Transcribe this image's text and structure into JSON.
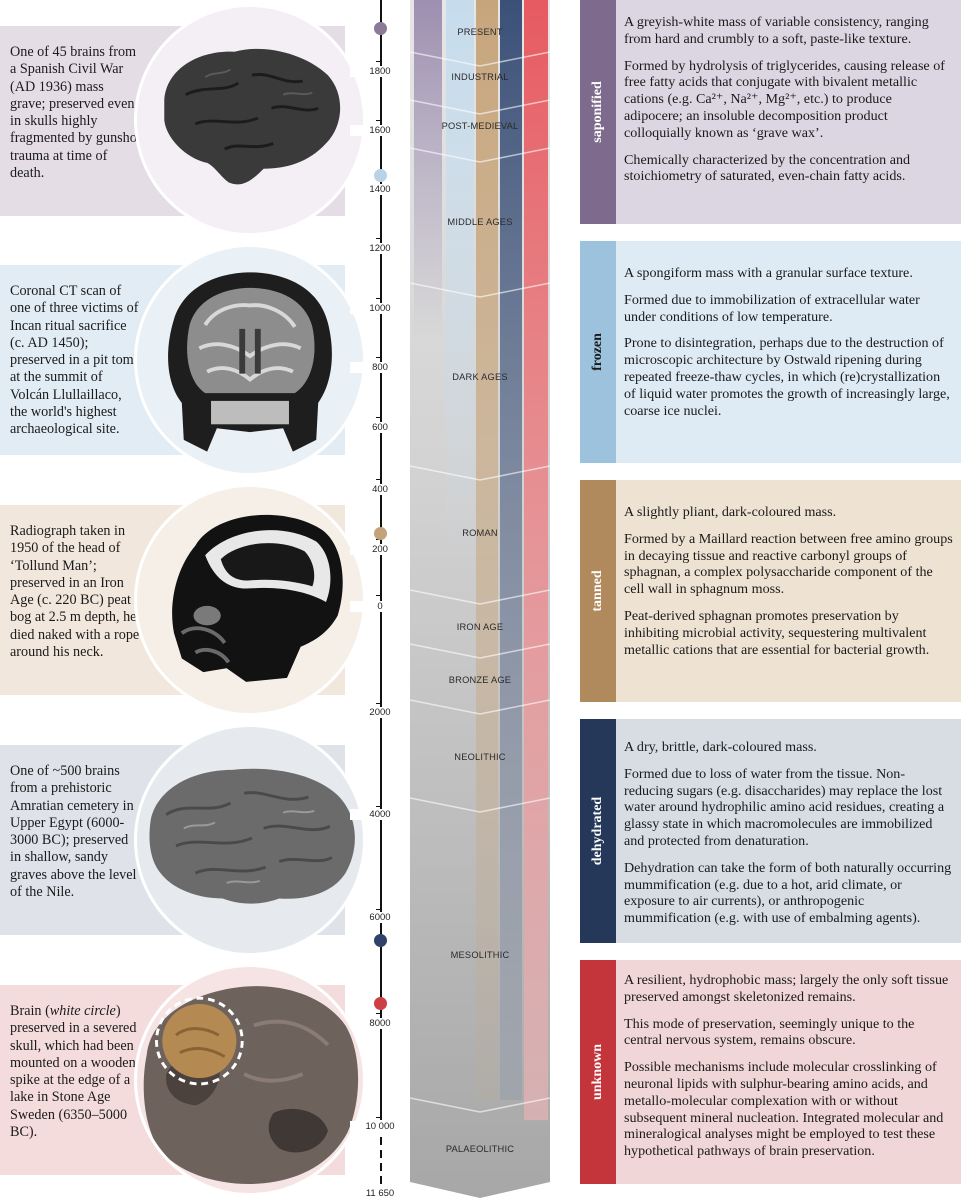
{
  "left_captions": [
    "One of 45 brains from a Spanish Civil War (AD 1936) mass grave; preserved even in skulls highly fragmented by gunshot trauma at time of death.",
    "Coronal CT scan of one of three victims of Incan ritual sacrifice (c. AD 1450); preserved in a pit tomb at the summit of Volcán Llullaillaco, the world's highest archaeological site.",
    "Radiograph taken in 1950 of the head of ‘Tollund Man’; preserved in an Iron Age (c. 220 BC) peat bog at 2.5 m depth, he died naked with a rope around his neck.",
    "One of ~500 brains from a prehistoric Amratian cemetery in Upper Egypt (6000-3000 BC); preserved in shallow, sandy graves above the level of the Nile.",
    {
      "before": "Brain (",
      "italic": "white circle",
      "after": ") preserved in a severed skull, which had been mounted on a wooden spike at the edge of a lake in Stone Age Sweden (6350–5000 BC)."
    }
  ],
  "axis_labels": [
    "1800",
    "1600",
    "1400",
    "1200",
    "1000",
    "800",
    "600",
    "400",
    "200",
    "0",
    "2000",
    "4000",
    "6000",
    "8000",
    "10 000",
    "11 650"
  ],
  "eras": [
    "PRESENT",
    "INDUSTRIAL",
    "POST-MEDIEVAL",
    "MIDDLE AGES",
    "DARK AGES",
    "ROMAN",
    "IRON AGE",
    "BRONZE AGE",
    "NEOLITHIC",
    "MESOLITHIC",
    "PALAEOLITHIC"
  ],
  "colors": {
    "saponified": "#7d6a8c",
    "frozen": "#9dc2dd",
    "tanned": "#b08a5c",
    "dehydrated": "#25385a",
    "unknown": "#c4353b"
  },
  "modes": [
    {
      "name": "saponified",
      "paragraphs": [
        "A greyish-white mass of variable consistency, ranging from hard and crumbly to a soft, paste-like texture.",
        "Formed by hydrolysis of triglycerides, causing release of free fatty acids that conjugate with bivalent metallic cations (e.g. Ca²⁺, Na²⁺, Mg²⁺, etc.) to produce adipocere; an insoluble decomposition product colloquially known as ‘grave wax’.",
        "Chemically characterized by the concentration and stoichiometry of saturated, even-chain fatty acids."
      ]
    },
    {
      "name": "frozen",
      "paragraphs": [
        "A spongiform mass with a granular surface texture.",
        "Formed due to immobilization of extracellular water under conditions of low temperature.",
        "Prone to disintegration, perhaps due to the destruction of microscopic architecture by Ostwald ripening during repeated freeze-thaw cycles, in which (re)crystallization of liquid water promotes the growth of increasingly large, coarse ice nuclei."
      ]
    },
    {
      "name": "tanned",
      "paragraphs": [
        "A slightly pliant, dark-coloured mass.",
        "Formed by a Maillard reaction between free amino groups in decaying tissue and reactive carbonyl groups of sphagnan, a complex polysaccharide component of the cell wall in sphagnum moss.",
        "Peat-derived sphagnan promotes preservation by inhibiting microbial activity, sequestering multivalent metallic cations that are essential for bacterial growth."
      ]
    },
    {
      "name": "dehydrated",
      "paragraphs": [
        "A dry, brittle, dark-coloured mass.",
        "Formed due to loss of water from the tissue. Non-reducing sugars (e.g. disaccharides) may replace the lost water around hydrophilic amino acid residues, creating a glassy state in which macromolecules are immobilized and protected from denaturation.",
        "Dehydration can take the form of both naturally occurring mummification (e.g. due to a hot, arid climate, or exposure to air currents), or anthropogenic mummification (e.g. with use of embalming agents)."
      ]
    },
    {
      "name": "unknown",
      "paragraphs": [
        "A resilient, hydrophobic mass; largely the only soft tissue preserved amongst skeletonized remains.",
        "This mode of preservation, seemingly unique to the central nervous system, remains obscure.",
        "Possible mechanisms include molecular crosslinking of neuronal lipids with sulphur-bearing amino acids, and metallo-molecular complexation with or without subsequent mineral nucleation. Integrated molecular and mineralogical analyses might be employed to test these hypothetical pathways of brain preservation."
      ]
    }
  ]
}
